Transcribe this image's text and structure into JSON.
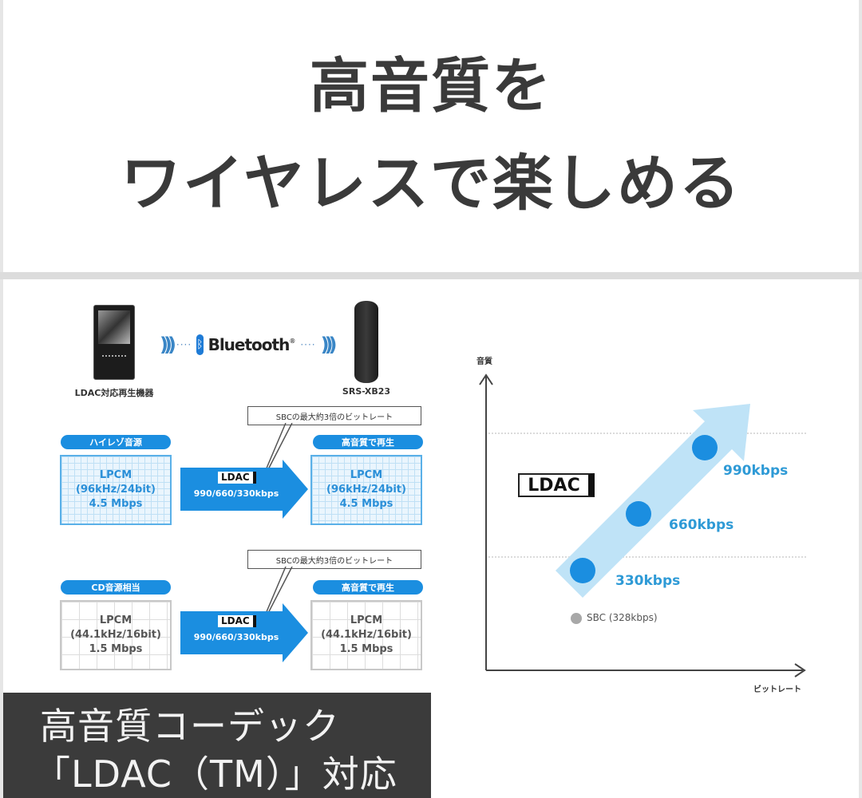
{
  "header": {
    "title_line1": "高音質を",
    "title_line2": "ワイヤレスで楽しめる"
  },
  "connection": {
    "source_device_caption": "LDAC対応再生機器",
    "target_device_caption": "SRS-XB23",
    "bluetooth_label": "Bluetooth",
    "bluetooth_mark": "®"
  },
  "flows": [
    {
      "source_pill": "ハイレゾ音源",
      "source_lines": [
        "LPCM",
        "(96kHz/24bit)",
        "4.5 Mbps"
      ],
      "codec_logo": "LDAC",
      "codec_bitrates": "990/660/330kbps",
      "callout": "SBCの最大約3倍のビットレート",
      "output_pill": "高音質で再生",
      "output_lines": [
        "LPCM",
        "(96kHz/24bit)",
        "4.5 Mbps"
      ]
    },
    {
      "source_pill": "CD音源相当",
      "source_lines": [
        "LPCM",
        "(44.1kHz/16bit)",
        "1.5 Mbps"
      ],
      "codec_logo": "LDAC",
      "codec_bitrates": "990/660/330kbps",
      "callout": "SBCの最大約3倍のビットレート",
      "output_pill": "高音質で再生",
      "output_lines": [
        "LPCM",
        "(44.1kHz/16bit)",
        "1.5 Mbps"
      ]
    }
  ],
  "chart_data": {
    "type": "scatter",
    "title": "",
    "ylabel": "音質",
    "xlabel": "ビットレート",
    "logo": "LDAC",
    "grid": "two dotted horizontal guide lines",
    "series": [
      {
        "name": "LDAC",
        "color": "#1b8ee0",
        "points": [
          {
            "label": "330kbps",
            "x": 330,
            "y": 1
          },
          {
            "label": "660kbps",
            "x": 660,
            "y": 2
          },
          {
            "label": "990kbps",
            "x": 990,
            "y": 3
          }
        ]
      },
      {
        "name": "SBC",
        "color": "#a8a8a8",
        "points": [
          {
            "label": "SBC (328kbps)",
            "x": 328,
            "y": 0
          }
        ]
      }
    ]
  },
  "banner": {
    "line1": "高音質コーデック",
    "line2": "「LDAC（TM）」対応"
  },
  "colors": {
    "accent_blue": "#1b8ee0",
    "light_blue": "#bfe3f7",
    "label_blue": "#2e9ad6",
    "title_gray": "#3a3a3a",
    "banner_bg": "#3b3b3b"
  }
}
